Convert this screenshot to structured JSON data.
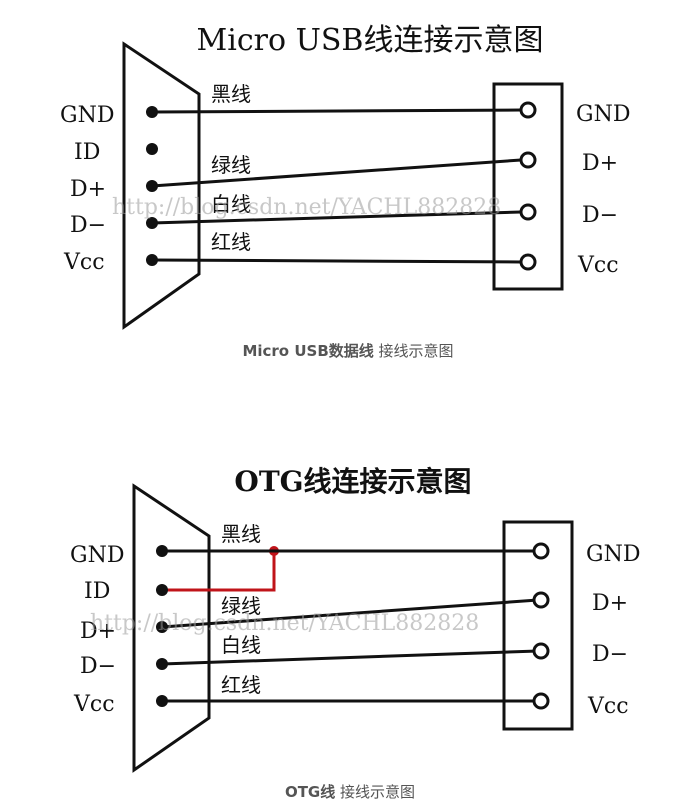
{
  "diagrams": [
    {
      "title": "Micro USB线连接示意图",
      "caption_bold": "Micro USB数据线",
      "caption_rest": " 接线示意图",
      "left_pins": [
        "GND",
        "ID",
        "D+",
        "D−",
        "Vcc"
      ],
      "right_pins": [
        "GND",
        "D+",
        "D−",
        "Vcc"
      ],
      "wire_labels": [
        "黑线",
        "绿线",
        "白线",
        "红线"
      ]
    },
    {
      "title": "OTG线连接示意图",
      "caption_bold": "OTG线",
      "caption_rest": " 接线示意图",
      "left_pins": [
        "GND",
        "ID",
        "D+",
        "D−",
        "Vcc"
      ],
      "right_pins": [
        "GND",
        "D+",
        "D−",
        "Vcc"
      ],
      "wire_labels": [
        "黑线",
        "绿线",
        "白线",
        "红线"
      ],
      "id_jumper_color": "#c0141a"
    }
  ],
  "watermark": "http://blog.csdn.net/YACHL882828"
}
